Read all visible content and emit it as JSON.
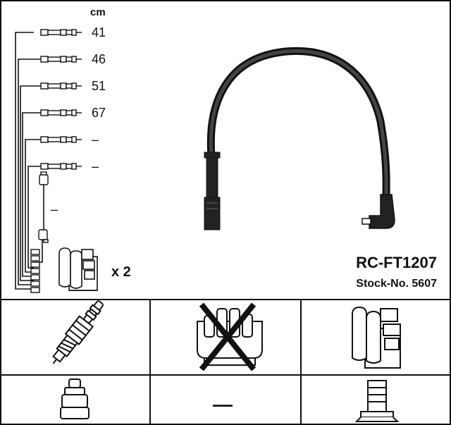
{
  "cable_set": {
    "unit": "cm",
    "lengths": [
      "41",
      "46",
      "51",
      "67",
      "–",
      "–"
    ],
    "extra_lead_length": "–",
    "quantity": "x 2"
  },
  "product": {
    "code": "RC-FT1207",
    "stock_label": "Stock-No. 5607"
  },
  "parts_grid": {
    "ignition_coil_bottom_value": "—"
  },
  "icons": [
    "spark-plug-icon",
    "distributor-cap-icon",
    "ignition-coil-icon",
    "plug-boot-icon",
    "connector-terminal-icon"
  ],
  "colors": {
    "line": "#111111",
    "fill": "#ffffff",
    "shade": "#555555"
  }
}
